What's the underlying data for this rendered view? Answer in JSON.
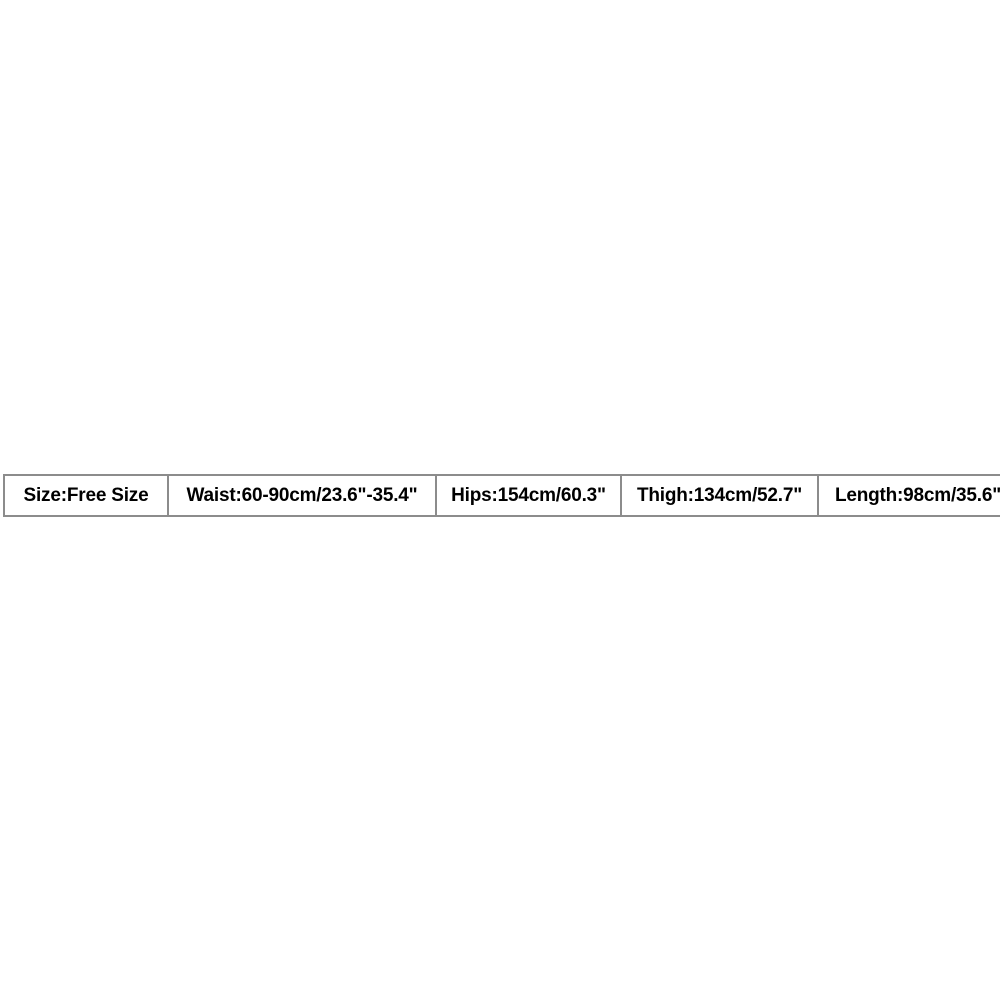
{
  "page": {
    "background_color": "#ffffff",
    "text_color": "#000000",
    "table_border_color": "#8c8c8c"
  },
  "size_table": {
    "cells": [
      {
        "name": "size",
        "label": "Size:Free Size"
      },
      {
        "name": "waist",
        "label": "Waist:60-90cm/23.6\"-35.4\""
      },
      {
        "name": "hips",
        "label": "Hips:154cm/60.3\""
      },
      {
        "name": "thigh",
        "label": "Thigh:134cm/52.7\""
      },
      {
        "name": "length",
        "label": "Length:98cm/35.6\""
      }
    ]
  }
}
